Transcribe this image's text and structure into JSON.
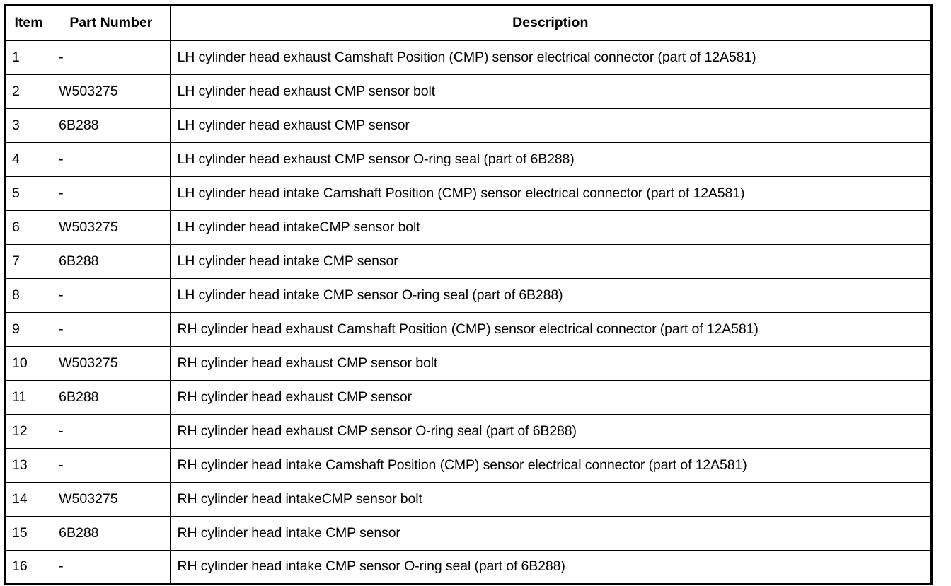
{
  "table": {
    "columns": [
      {
        "key": "item",
        "label": "Item"
      },
      {
        "key": "part_number",
        "label": "Part Number"
      },
      {
        "key": "description",
        "label": "Description"
      }
    ],
    "rows": [
      {
        "item": "1",
        "part_number": "-",
        "description": "LH cylinder head exhaust Camshaft Position (CMP) sensor electrical connector (part of 12A581)"
      },
      {
        "item": "2",
        "part_number": "W503275",
        "description": "LH cylinder head exhaust CMP sensor bolt"
      },
      {
        "item": "3",
        "part_number": "6B288",
        "description": "LH cylinder head exhaust CMP sensor"
      },
      {
        "item": "4",
        "part_number": "-",
        "description": "LH cylinder head exhaust CMP sensor O-ring seal (part of 6B288)"
      },
      {
        "item": "5",
        "part_number": "-",
        "description": "LH cylinder head intake Camshaft Position (CMP) sensor electrical connector (part of 12A581)"
      },
      {
        "item": "6",
        "part_number": "W503275",
        "description": "LH cylinder head intakeCMP sensor bolt"
      },
      {
        "item": "7",
        "part_number": "6B288",
        "description": "LH cylinder head intake CMP sensor"
      },
      {
        "item": "8",
        "part_number": "-",
        "description": "LH cylinder head intake CMP sensor O-ring seal (part of 6B288)"
      },
      {
        "item": "9",
        "part_number": "-",
        "description": "RH cylinder head exhaust Camshaft Position (CMP) sensor electrical connector (part of 12A581)"
      },
      {
        "item": "10",
        "part_number": "W503275",
        "description": "RH cylinder head exhaust CMP sensor bolt"
      },
      {
        "item": "11",
        "part_number": "6B288",
        "description": "RH cylinder head exhaust CMP sensor"
      },
      {
        "item": "12",
        "part_number": "-",
        "description": "RH cylinder head exhaust CMP sensor O-ring seal (part of 6B288)"
      },
      {
        "item": "13",
        "part_number": "-",
        "description": "RH cylinder head intake Camshaft Position (CMP) sensor electrical connector (part of 12A581)"
      },
      {
        "item": "14",
        "part_number": "W503275",
        "description": "RH cylinder head intakeCMP sensor bolt"
      },
      {
        "item": "15",
        "part_number": "6B288",
        "description": "RH cylinder head intake CMP sensor"
      },
      {
        "item": "16",
        "part_number": "-",
        "description": "RH cylinder head intake CMP sensor O-ring seal (part of 6B288)"
      }
    ]
  },
  "colors": {
    "border": "#000000",
    "text": "#000000",
    "background": "#ffffff"
  }
}
